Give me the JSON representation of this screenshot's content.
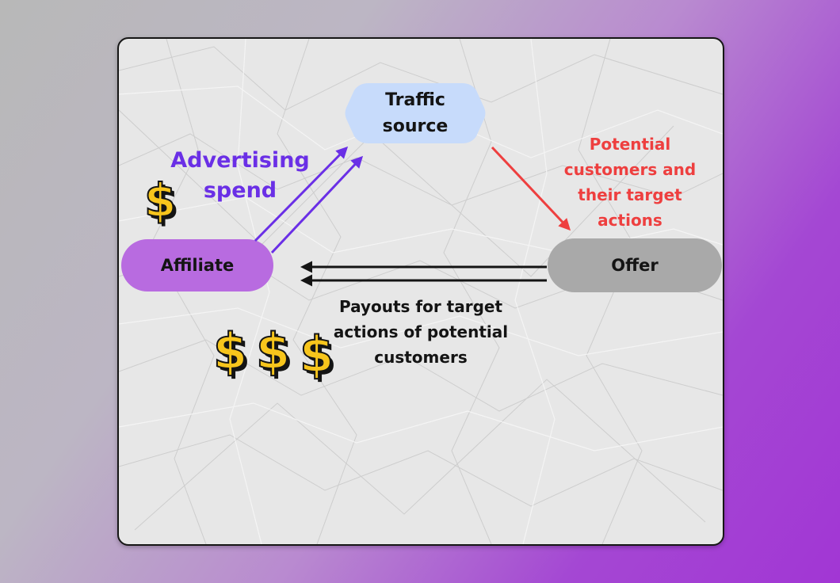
{
  "nodes": {
    "traffic_source": [
      "Traffic",
      "source"
    ],
    "affiliate": "Affiliate",
    "offer": "Offer"
  },
  "edge_labels": {
    "advertising": [
      "Advertising",
      "spend"
    ],
    "customers": [
      "Potential",
      "customers and",
      "their target",
      "actions"
    ],
    "payouts": [
      "Payouts for target",
      "actions of potential",
      "customers"
    ]
  },
  "colors": {
    "advertising": "#6a2fe6",
    "customers": "#ee3f3f",
    "payouts": "#141414",
    "traffic_node": "#c7dbfb",
    "affiliate_node": "#b86be0",
    "offer_node": "#a9a9a9",
    "dollar": "#f7c51c"
  },
  "icons": [
    "dollar-sign-icon",
    "dollar-sign-icon",
    "dollar-sign-icon",
    "dollar-sign-icon"
  ]
}
